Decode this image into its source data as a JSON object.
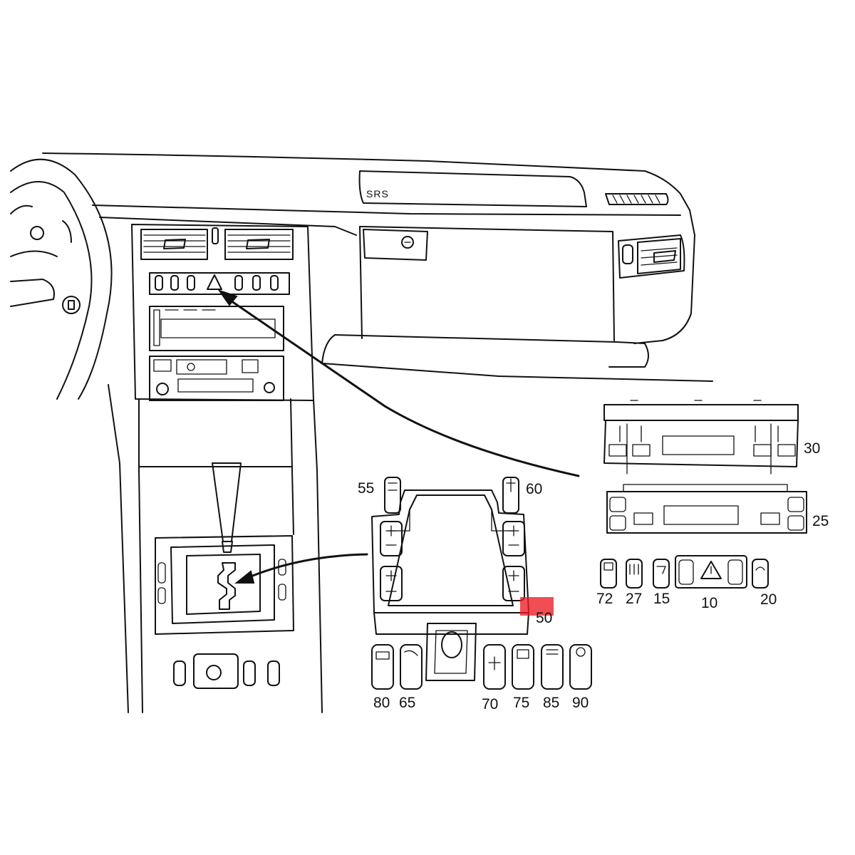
{
  "diagram": {
    "airbag_label": "SRS",
    "part_numbers": {
      "p10": "10",
      "p15": "15",
      "p20": "20",
      "p25": "25",
      "p27": "27",
      "p30": "30",
      "p50": "50",
      "p55": "55",
      "p60": "60",
      "p65": "65",
      "p70": "70",
      "p72": "72",
      "p75": "75",
      "p80": "80",
      "p85": "85",
      "p90": "90"
    },
    "highlighted_part": "50",
    "colors": {
      "line": "#111111",
      "background": "#ffffff",
      "highlight": "#ec1c24"
    }
  }
}
